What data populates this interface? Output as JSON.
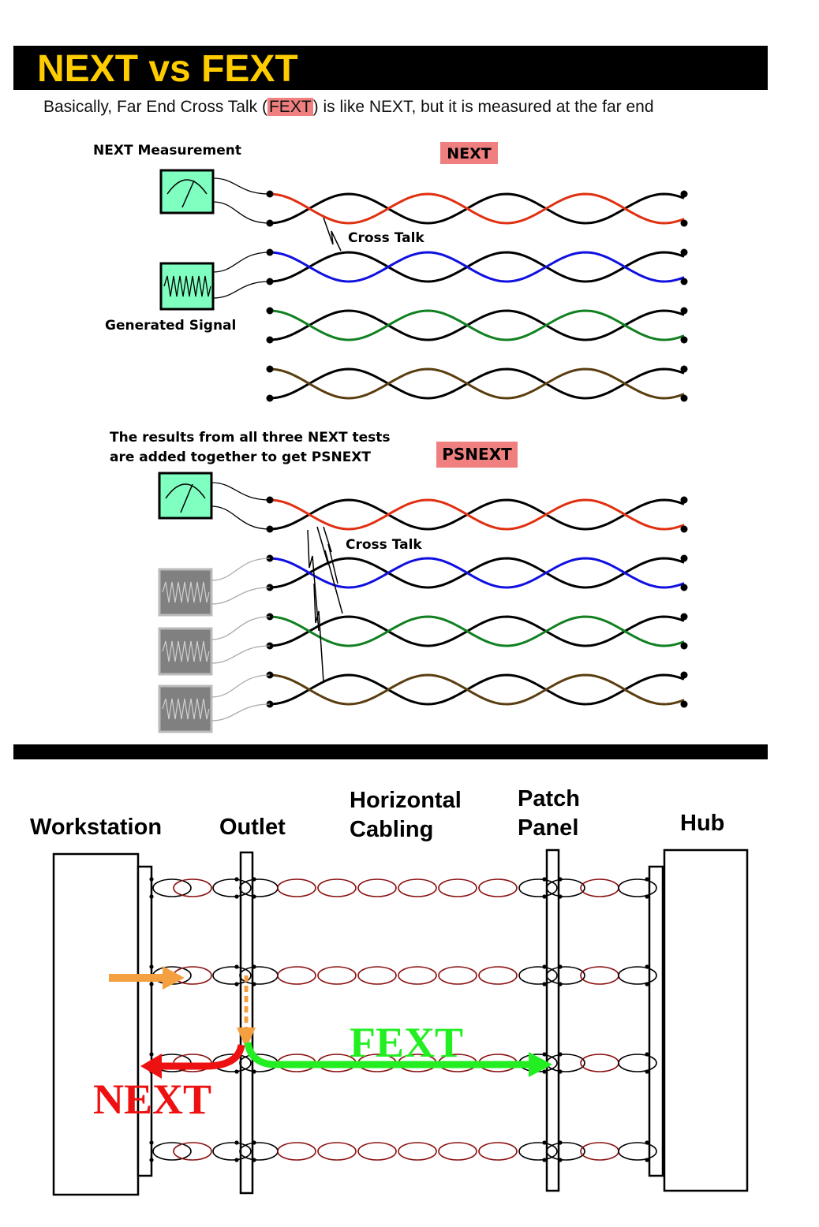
{
  "header": {
    "title": "NEXT vs FEXT",
    "subtitle_before": "Basically, Far End Cross Talk (",
    "subtitle_highlight": "FEXT",
    "subtitle_after": ") is like NEXT, but it is measured at the far end"
  },
  "next_diagram": {
    "measurement_label": "NEXT Measurement",
    "badge": "NEXT",
    "crosstalk_label": "Cross Talk",
    "signal_label": "Generated Signal"
  },
  "psnext_diagram": {
    "note_line1": "The results from all three NEXT tests",
    "note_line2": "are added together to get PSNEXT",
    "badge": "PSNEXT",
    "crosstalk_label": "Cross Talk"
  },
  "link_diagram": {
    "workstation": "Workstation",
    "outlet": "Outlet",
    "horizontal_line1": "Horizontal",
    "horizontal_line2": "Cabling",
    "patch_line1": "Patch",
    "patch_line2": "Panel",
    "hub": "Hub",
    "fext_label": "FEXT",
    "next_label": "NEXT"
  },
  "colors": {
    "title": "#FFCC00",
    "badge": "#F08080",
    "meter": "#7FFFC0",
    "pair1": "#E03010",
    "pair2": "#1010E0",
    "pair3": "#108020",
    "pair4": "#5A3E10",
    "fext": "#22EE22",
    "next": "#EE1111",
    "injected": "#F5A040",
    "loop": "#8B1010"
  }
}
